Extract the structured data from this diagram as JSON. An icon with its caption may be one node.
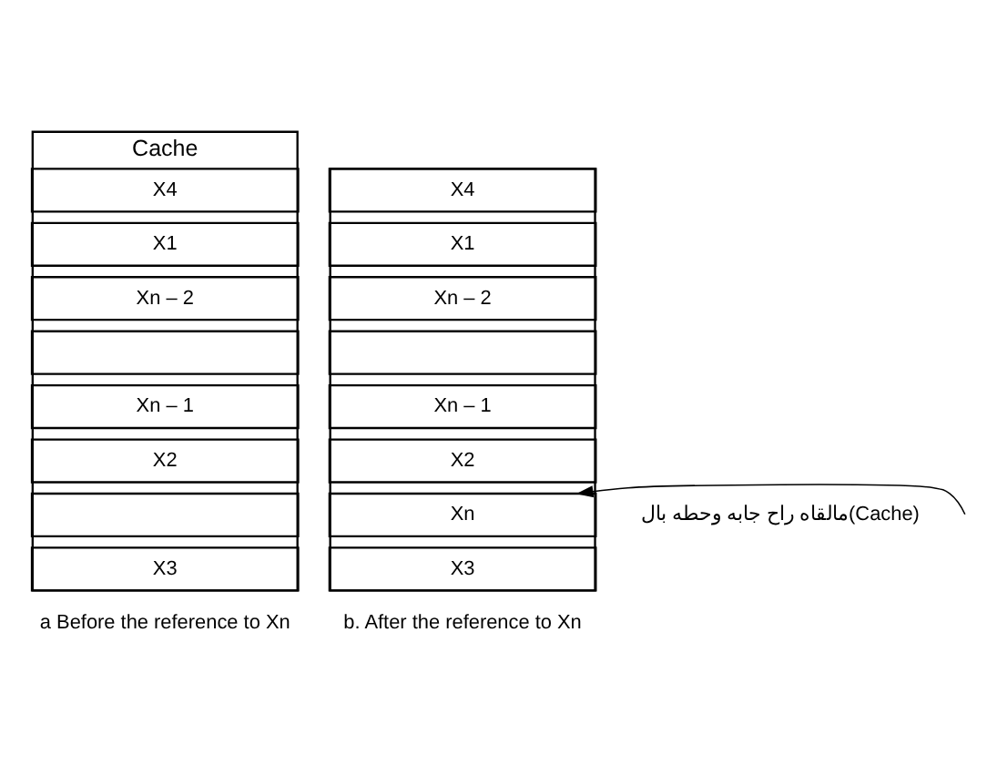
{
  "diagram": {
    "nodes": [
      {
        "text": [
          "Cache"
        ]
      },
      {
        "text": [
          "X4"
        ],
        "in": 0
      },
      {
        "text": [
          "X1"
        ],
        "in": 0
      },
      {
        "text": [
          "Xn – 2"
        ],
        "in": 0
      },
      {
        "text": [],
        "shape": "box",
        "in": 0
      },
      {
        "text": [
          "Xn – 1"
        ],
        "in": 0
      },
      {
        "text": [
          "X2"
        ],
        "in": 0
      },
      {
        "text": [],
        "shape": "box",
        "in": 0
      },
      {
        "text": [
          "X3"
        ],
        "in": 0
      },
      {
        "text": [],
        "shape": "box"
      },
      {
        "text": [
          "X4"
        ],
        "in": 9
      },
      {
        "text": [
          "X1"
        ],
        "in": 9
      },
      {
        "text": [
          "Xn – 2"
        ],
        "in": 9
      },
      {
        "text": [],
        "shape": "box",
        "in": 9
      },
      {
        "text": [
          "Xn – 1"
        ],
        "in": 9
      },
      {
        "text": [
          "X2"
        ],
        "in": 9
      },
      {
        "text": [
          "Xn"
        ],
        "in": 9
      },
      {
        "text": [
          "X3"
        ],
        "in": 9
      }
    ],
    "edges": [
      {
        "from": null,
        "to": 16,
        "arrow": "to"
      }
    ],
    "labels": [
      "مالقاه راح جابه وحطه بال(Cache)",
      "a Before the reference to Xn",
      "b. After the reference to Xn"
    ]
  }
}
